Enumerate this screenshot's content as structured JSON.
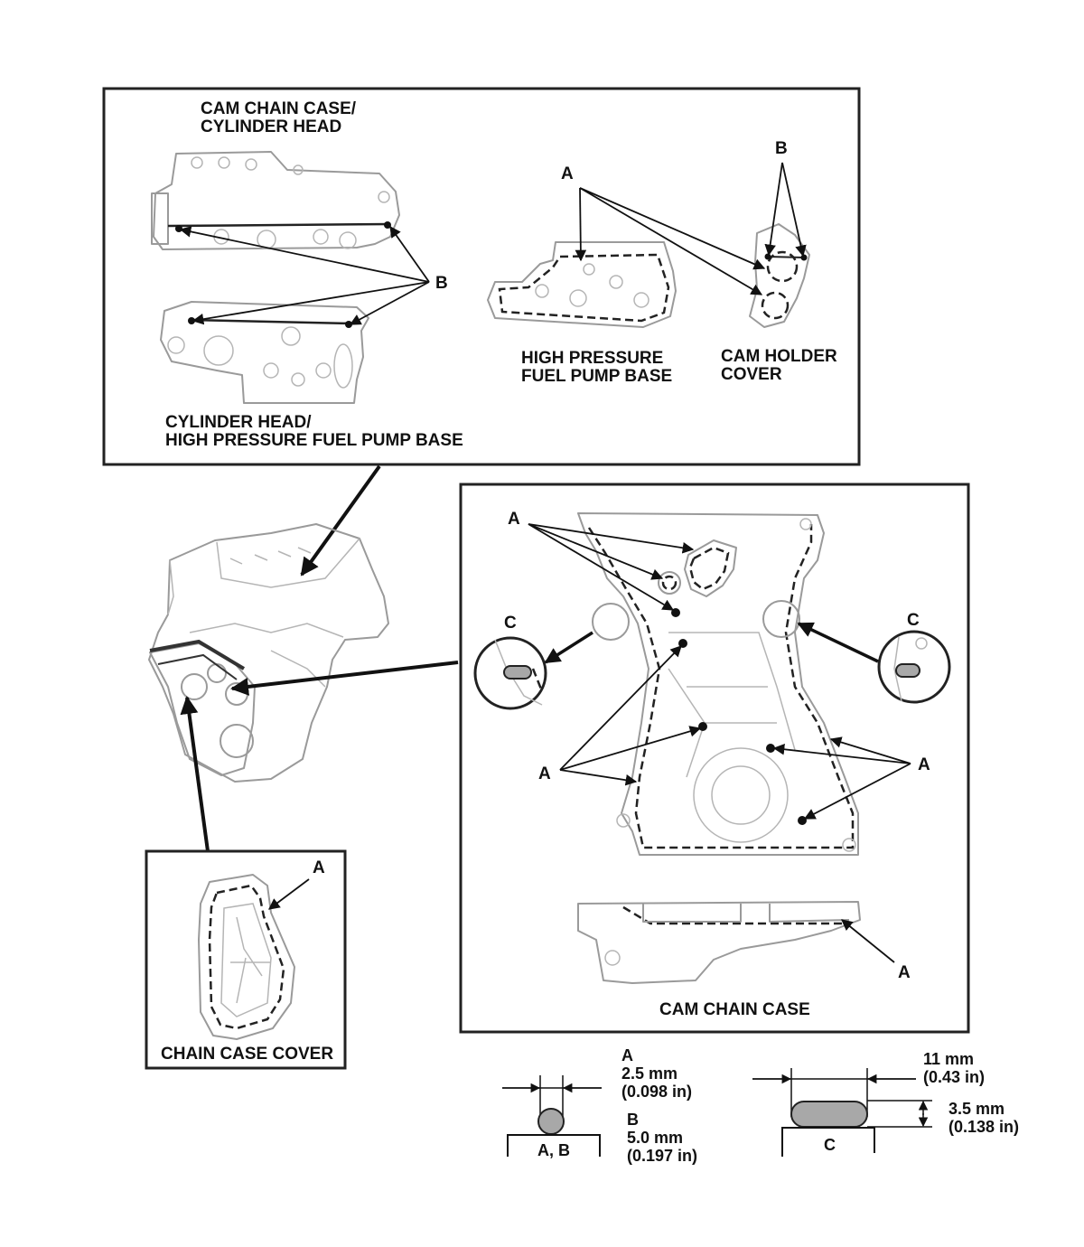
{
  "top_panel": {
    "cam_chain_case_cylinder_head": [
      "CAM CHAIN CASE/",
      "CYLINDER HEAD"
    ],
    "cylinder_head_hp_pump_base": [
      "CYLINDER HEAD/",
      "HIGH PRESSURE FUEL PUMP BASE"
    ],
    "hp_fuel_pump_base": [
      "HIGH PRESSURE",
      "FUEL PUMP BASE"
    ],
    "cam_holder_cover": [
      "CAM HOLDER",
      "COVER"
    ],
    "callout_a": "A",
    "callout_b_left": "B",
    "callout_b_right": "B"
  },
  "right_panel": {
    "title": "CAM CHAIN CASE",
    "callout_a_top": "A",
    "callout_a_left": "A",
    "callout_a_right": "A",
    "callout_a_bottom": "A",
    "callout_c_left": "C",
    "callout_c_right": "C"
  },
  "left_panel": {
    "title": "CHAIN CASE COVER",
    "callout_a": "A"
  },
  "legend": {
    "ab": {
      "a_label": "A",
      "a_mm": "2.5 mm",
      "a_in": "(0.098 in)",
      "b_label": "B",
      "b_mm": "5.0 mm",
      "b_in": "(0.197 in)",
      "base_label": "A, B"
    },
    "c": {
      "width_mm": "11 mm",
      "width_in": "(0.43 in)",
      "height_mm": "3.5 mm",
      "height_in": "(0.138 in)",
      "base_label": "C"
    }
  },
  "colors": {
    "line": "#9a9a9a",
    "bead_fill": "#a8a8a8",
    "ink": "#111111"
  }
}
